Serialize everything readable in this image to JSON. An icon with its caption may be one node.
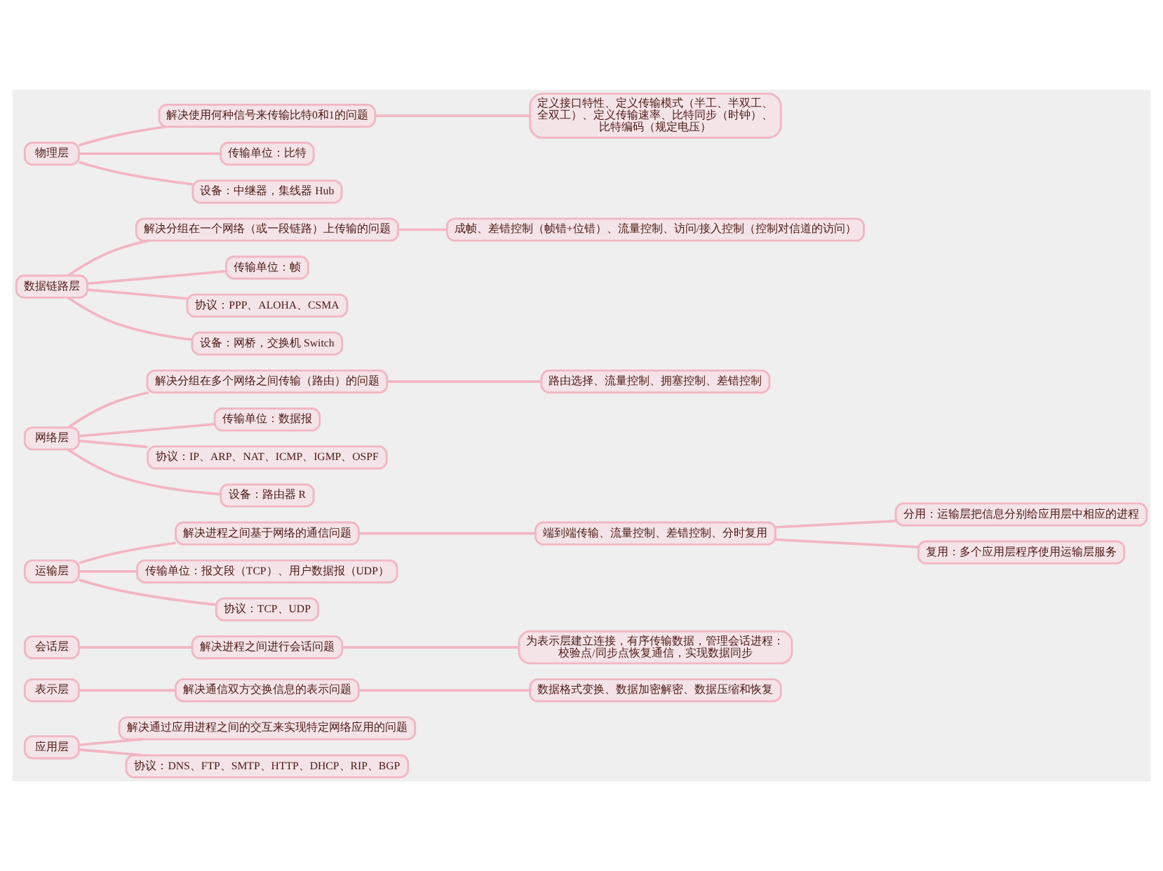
{
  "diagram": {
    "nodes": [
      {
        "text": [
          "物理层"
        ]
      },
      {
        "text": [
          "解决使用何种信号来传输比特0和1的问题"
        ]
      },
      {
        "text": [
          "定义接口特性、定义传输模式（半工、半双工、全双工）、定义传输速率、比特同步（时钟）、比特编码（规定电压）"
        ]
      },
      {
        "text": [
          "传输单位：比特"
        ]
      },
      {
        "text": [
          "设备：中继器，集线器 Hub"
        ]
      },
      {
        "text": [
          "数据链路层"
        ]
      },
      {
        "text": [
          "解决分组在一个网络（或一段链路）上传输的问题"
        ]
      },
      {
        "text": [
          "成帧、差错控制（帧错+位错）、流量控制、访问/接入控制（控制对信道的访问）"
        ]
      },
      {
        "text": [
          "传输单位：帧"
        ]
      },
      {
        "text": [
          "协议：PPP、ALOHA、CSMA"
        ]
      },
      {
        "text": [
          "设备：网桥，交换机 Switch"
        ]
      },
      {
        "text": [
          "网络层"
        ]
      },
      {
        "text": [
          "解决分组在多个网络之间传输（路由）的问题"
        ]
      },
      {
        "text": [
          "路由选择、流量控制、拥塞控制、差错控制"
        ]
      },
      {
        "text": [
          "传输单位：数据报"
        ]
      },
      {
        "text": [
          "协议：IP、ARP、NAT、ICMP、IGMP、OSPF"
        ]
      },
      {
        "text": [
          "设备：路由器 R"
        ]
      },
      {
        "text": [
          "运输层"
        ]
      },
      {
        "text": [
          "解决进程之间基于网络的通信问题"
        ]
      },
      {
        "text": [
          "端到端传输、流量控制、差错控制、分时复用"
        ]
      },
      {
        "text": [
          "分用：运输层把信息分别给应用层中相应的进程"
        ]
      },
      {
        "text": [
          "复用：多个应用层程序使用运输层服务"
        ]
      },
      {
        "text": [
          "传输单位：报文段（TCP）、用户数据报（UDP）"
        ]
      },
      {
        "text": [
          "协议：TCP、UDP"
        ]
      },
      {
        "text": [
          "会话层"
        ]
      },
      {
        "text": [
          "解决进程之间进行会话问题"
        ]
      },
      {
        "text": [
          "为表示层建立连接，有序传输数据，管理会话进程：校验点/同步点恢复通信，实现数据同步"
        ]
      },
      {
        "text": [
          "表示层"
        ]
      },
      {
        "text": [
          "解决通信双方交换信息的表示问题"
        ]
      },
      {
        "text": [
          "数据格式变换、数据加密解密、数据压缩和恢复"
        ]
      },
      {
        "text": [
          "应用层"
        ]
      },
      {
        "text": [
          "解决通过应用进程之间的交互来实现特定网络应用的问题"
        ]
      },
      {
        "text": [
          "协议：DNS、FTP、SMTP、HTTP、DHCP、RIP、BGP"
        ]
      }
    ],
    "edges": [
      {
        "from": 0,
        "to": 1,
        "arrow": "none"
      },
      {
        "from": 1,
        "to": 2,
        "arrow": "none"
      },
      {
        "from": 0,
        "to": 3,
        "arrow": "none"
      },
      {
        "from": 0,
        "to": 4,
        "arrow": "none"
      },
      {
        "from": 5,
        "to": 6,
        "arrow": "none"
      },
      {
        "from": 6,
        "to": 7,
        "arrow": "none"
      },
      {
        "from": 5,
        "to": 8,
        "arrow": "none"
      },
      {
        "from": 5,
        "to": 9,
        "arrow": "none"
      },
      {
        "from": 5,
        "to": 10,
        "arrow": "none"
      },
      {
        "from": 11,
        "to": 12,
        "arrow": "none"
      },
      {
        "from": 12,
        "to": 13,
        "arrow": "none"
      },
      {
        "from": 11,
        "to": 14,
        "arrow": "none"
      },
      {
        "from": 11,
        "to": 15,
        "arrow": "none"
      },
      {
        "from": 11,
        "to": 16,
        "arrow": "none"
      },
      {
        "from": 17,
        "to": 18,
        "arrow": "none"
      },
      {
        "from": 18,
        "to": 19,
        "arrow": "none"
      },
      {
        "from": 19,
        "to": 20,
        "arrow": "none"
      },
      {
        "from": 19,
        "to": 21,
        "arrow": "none"
      },
      {
        "from": 17,
        "to": 22,
        "arrow": "none"
      },
      {
        "from": 17,
        "to": 23,
        "arrow": "none"
      },
      {
        "from": 24,
        "to": 25,
        "arrow": "none"
      },
      {
        "from": 25,
        "to": 26,
        "arrow": "none"
      },
      {
        "from": 27,
        "to": 28,
        "arrow": "none"
      },
      {
        "from": 28,
        "to": 29,
        "arrow": "none"
      },
      {
        "from": 30,
        "to": 31,
        "arrow": "none"
      },
      {
        "from": 30,
        "to": 32,
        "arrow": "none"
      }
    ]
  }
}
